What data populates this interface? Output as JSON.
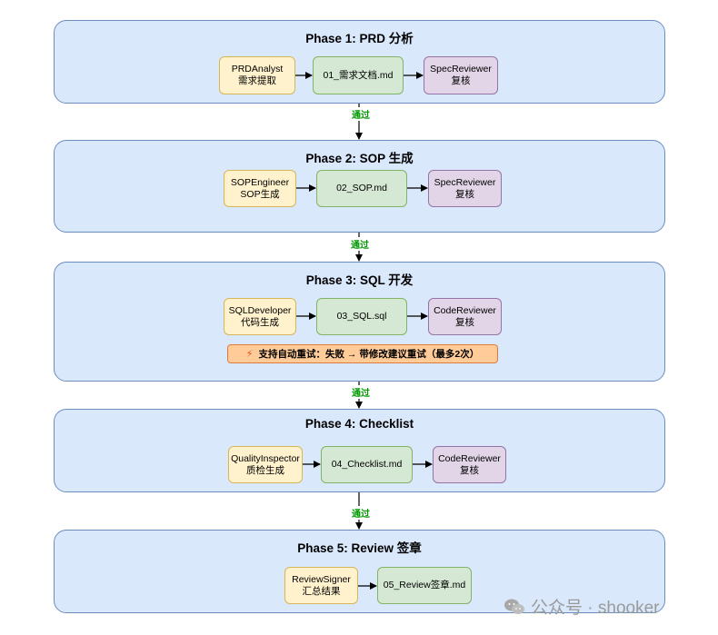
{
  "phases": [
    {
      "title": "Phase 1: PRD 分析",
      "agent": [
        "PRDAnalyst",
        "需求提取"
      ],
      "doc": "01_需求文档.md",
      "reviewer": [
        "SpecReviewer",
        "复核"
      ]
    },
    {
      "title": "Phase 2: SOP 生成",
      "agent": [
        "SOPEngineer",
        "SOP生成"
      ],
      "doc": "02_SOP.md",
      "reviewer": [
        "SpecReviewer",
        "复核"
      ]
    },
    {
      "title": "Phase 3: SQL 开发",
      "agent": [
        "SQLDeveloper",
        "代码生成"
      ],
      "doc": "03_SQL.sql",
      "reviewer": [
        "CodeReviewer",
        "复核"
      ],
      "retry_note": "支持自动重试：失败 → 带修改建议重试（最多2次）"
    },
    {
      "title": "Phase 4: Checklist",
      "agent": [
        "QualityInspector",
        "质检生成"
      ],
      "doc": "04_Checklist.md",
      "reviewer": [
        "CodeReviewer",
        "复核"
      ]
    },
    {
      "title": "Phase 5: Review 签章",
      "agent": [
        "ReviewSigner",
        "汇总结果"
      ],
      "doc": "05_Review签章.md"
    }
  ],
  "pass_label": "通过",
  "watermark": {
    "text": "公众号 · shooker",
    "icon": "wechat-icon"
  },
  "colors": {
    "phase_fill": "#dae8fc",
    "phase_stroke": "#6c8ebf",
    "agent_fill": "#fff2cc",
    "agent_stroke": "#d6b656",
    "doc_fill": "#d5e8d4",
    "doc_stroke": "#82b366",
    "review_fill": "#e1d5e7",
    "review_stroke": "#9673a6",
    "retry_fill": "#ffcc99",
    "retry_stroke": "#e07b39",
    "pass_text": "#009900"
  }
}
